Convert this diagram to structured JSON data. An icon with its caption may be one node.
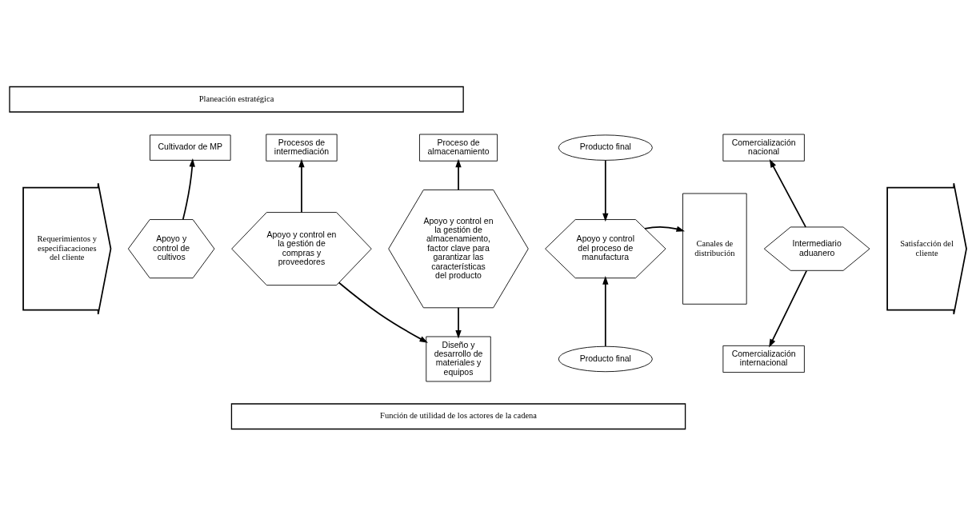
{
  "diagram": {
    "nodes": [
      {
        "text": [
          "Planeación estratégica"
        ]
      },
      {
        "text": [
          "Requerimientos y especifiacaciones del cliente"
        ]
      },
      {
        "text": [
          "Cultivador de MP"
        ]
      },
      {
        "text": [
          "Procesos de intermediación"
        ]
      },
      {
        "text": [
          "Proceso de almacenamiento"
        ]
      },
      {
        "text": [
          "Producto final"
        ]
      },
      {
        "text": [
          "Comercialización nacional"
        ]
      },
      {
        "text": [
          "Apoyo y control de cultivos"
        ]
      },
      {
        "text": [
          "Apoyo y control en la gestión de compras y proveedores"
        ]
      },
      {
        "text": [
          "Apoyo y control en la gestión de almacenamiento, factor clave para garantizar las características del producto"
        ]
      },
      {
        "text": [
          "Apoyo y control del proceso de manufactura"
        ]
      },
      {
        "text": [
          "Canales de distribución"
        ]
      },
      {
        "text": [
          "Intermediario aduanero"
        ]
      },
      {
        "text": [
          "Satisfacción del cliente"
        ]
      },
      {
        "text": [
          "Diseño y desarrollo de materiales y equipos"
        ]
      },
      {
        "text": [
          "Producto final"
        ]
      },
      {
        "text": [
          "Comercialización internacional"
        ]
      },
      {
        "text": [
          "Función de utilidad de los actores de la cadena"
        ]
      }
    ],
    "edges": [
      {
        "from": 7,
        "to": 2,
        "arrow": "to"
      },
      {
        "from": 8,
        "to": 3,
        "arrow": "to"
      },
      {
        "from": 9,
        "to": 4,
        "arrow": "to"
      },
      {
        "from": 5,
        "to": 10,
        "arrow": "to"
      },
      {
        "from": 8,
        "to": 14,
        "arrow": "to"
      },
      {
        "from": 9,
        "to": 14,
        "arrow": "to"
      },
      {
        "from": 15,
        "to": 10,
        "arrow": "to"
      },
      {
        "from": 10,
        "to": 11,
        "arrow": "to"
      },
      {
        "from": 12,
        "to": 6,
        "arrow": "to"
      },
      {
        "from": 12,
        "to": 16,
        "arrow": "to"
      }
    ]
  }
}
